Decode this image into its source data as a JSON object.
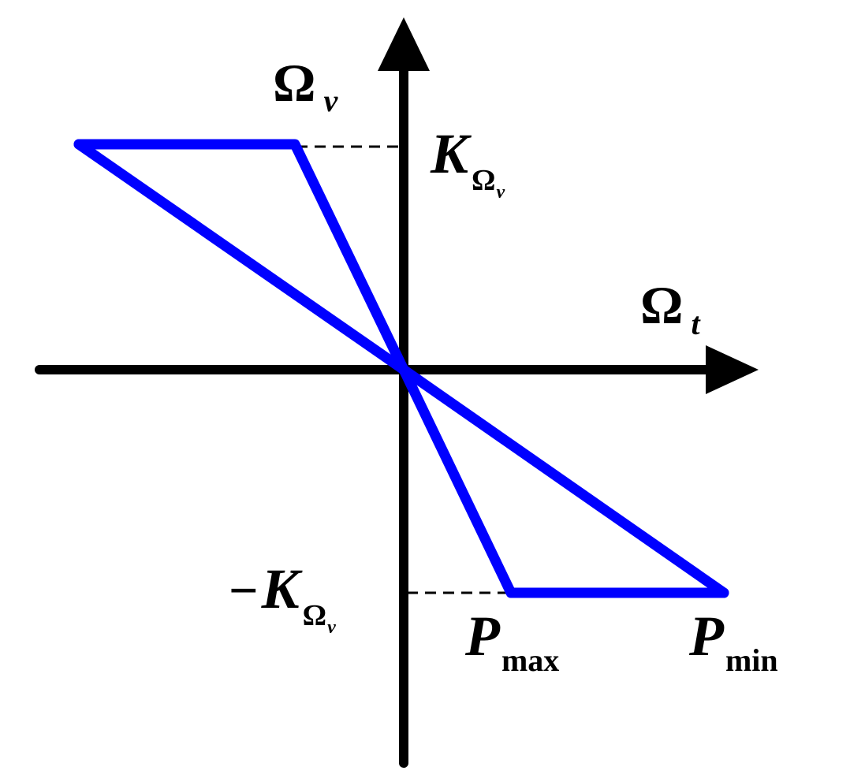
{
  "diagram": {
    "axes": {
      "vertical_label": {
        "symbol": "Ω",
        "subscript": "v"
      },
      "horizontal_label": {
        "symbol": "Ω",
        "subscript": "t"
      }
    },
    "levels": {
      "upper": {
        "symbol": "K",
        "sub_symbol": "Ω",
        "sub_sub": "v"
      },
      "lower": {
        "sign": "−",
        "symbol": "K",
        "sub_symbol": "Ω",
        "sub_sub": "v"
      }
    },
    "curves": {
      "p_max": {
        "symbol": "P",
        "subscript": "max"
      },
      "p_min": {
        "symbol": "P",
        "subscript": "min"
      }
    },
    "colors": {
      "curve": "#0000ff",
      "axis": "#000000",
      "guide": "#000000"
    }
  }
}
